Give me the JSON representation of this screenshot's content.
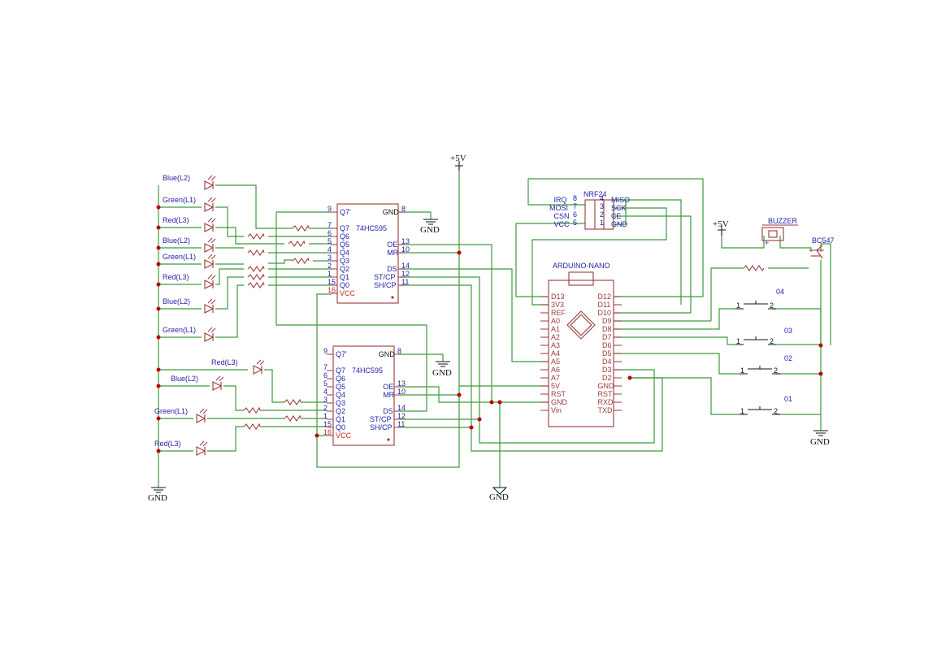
{
  "power": {
    "vcc": "+5V",
    "gnd": "GND"
  },
  "shift_register": {
    "part": "74HC595",
    "left_pins": [
      {
        "num": "9",
        "name": "Q7'"
      },
      {
        "num": "7",
        "name": "Q7"
      },
      {
        "num": "6",
        "name": "Q6"
      },
      {
        "num": "5",
        "name": "Q5"
      },
      {
        "num": "4",
        "name": "Q4"
      },
      {
        "num": "3",
        "name": "Q3"
      },
      {
        "num": "2",
        "name": "Q2"
      },
      {
        "num": "1",
        "name": "Q1"
      },
      {
        "num": "15",
        "name": "Q0"
      },
      {
        "num": "16",
        "name": "VCC"
      }
    ],
    "right_pins": [
      {
        "num": "8",
        "name": "GND"
      },
      {
        "num": "13",
        "name": "OE"
      },
      {
        "num": "10",
        "name": "MR"
      },
      {
        "num": "14",
        "name": "DS"
      },
      {
        "num": "12",
        "name": "ST/CP"
      },
      {
        "num": "11",
        "name": "SH/CP"
      }
    ]
  },
  "leds_top": [
    "Blue(L2)",
    "Green(L1)",
    "Red(L3)",
    "Blue(L2)",
    "Green(L1)",
    "Red(L3)",
    "Blue(L2)",
    "Green(L1)"
  ],
  "leds_bottom": [
    "Red(L3)",
    "Blue(L2)",
    "Green(L1)",
    "Red(L3)"
  ],
  "arduino": {
    "name": "ARDUINO-NANO",
    "left_pins": [
      "D13",
      "3V3",
      "REF",
      "A0",
      "A1",
      "A2",
      "A3",
      "A4",
      "A5",
      "A6",
      "A7",
      "5V",
      "RST",
      "GND",
      "Vin"
    ],
    "right_pins": [
      "D12",
      "D11",
      "D10",
      "D9",
      "D8",
      "D7",
      "D6",
      "D5",
      "D4",
      "D3",
      "D2",
      "GND",
      "RST",
      "RXD",
      "TXD"
    ]
  },
  "nrf24": {
    "name": "NRF24",
    "left": [
      {
        "name": "IRQ",
        "num": "8"
      },
      {
        "name": "MOSI",
        "num": "7"
      },
      {
        "name": "CSN",
        "num": "6"
      },
      {
        "name": "VCC",
        "num": "5"
      }
    ],
    "right": [
      {
        "num": "4",
        "name": "MISO"
      },
      {
        "num": "3",
        "name": "SCK"
      },
      {
        "num": "2",
        "name": "CE"
      },
      {
        "num": "1",
        "name": "GND"
      }
    ]
  },
  "buzzer": {
    "name": "BUZZER",
    "plus": "+"
  },
  "transistor": "BC547",
  "buttons": [
    {
      "label": "04",
      "pin1": "1",
      "pin2": "2"
    },
    {
      "label": "03",
      "pin1": "1",
      "pin2": "2"
    },
    {
      "label": "02",
      "pin1": "1",
      "pin2": "2"
    },
    {
      "label": "01",
      "pin1": "1",
      "pin2": "2"
    }
  ]
}
